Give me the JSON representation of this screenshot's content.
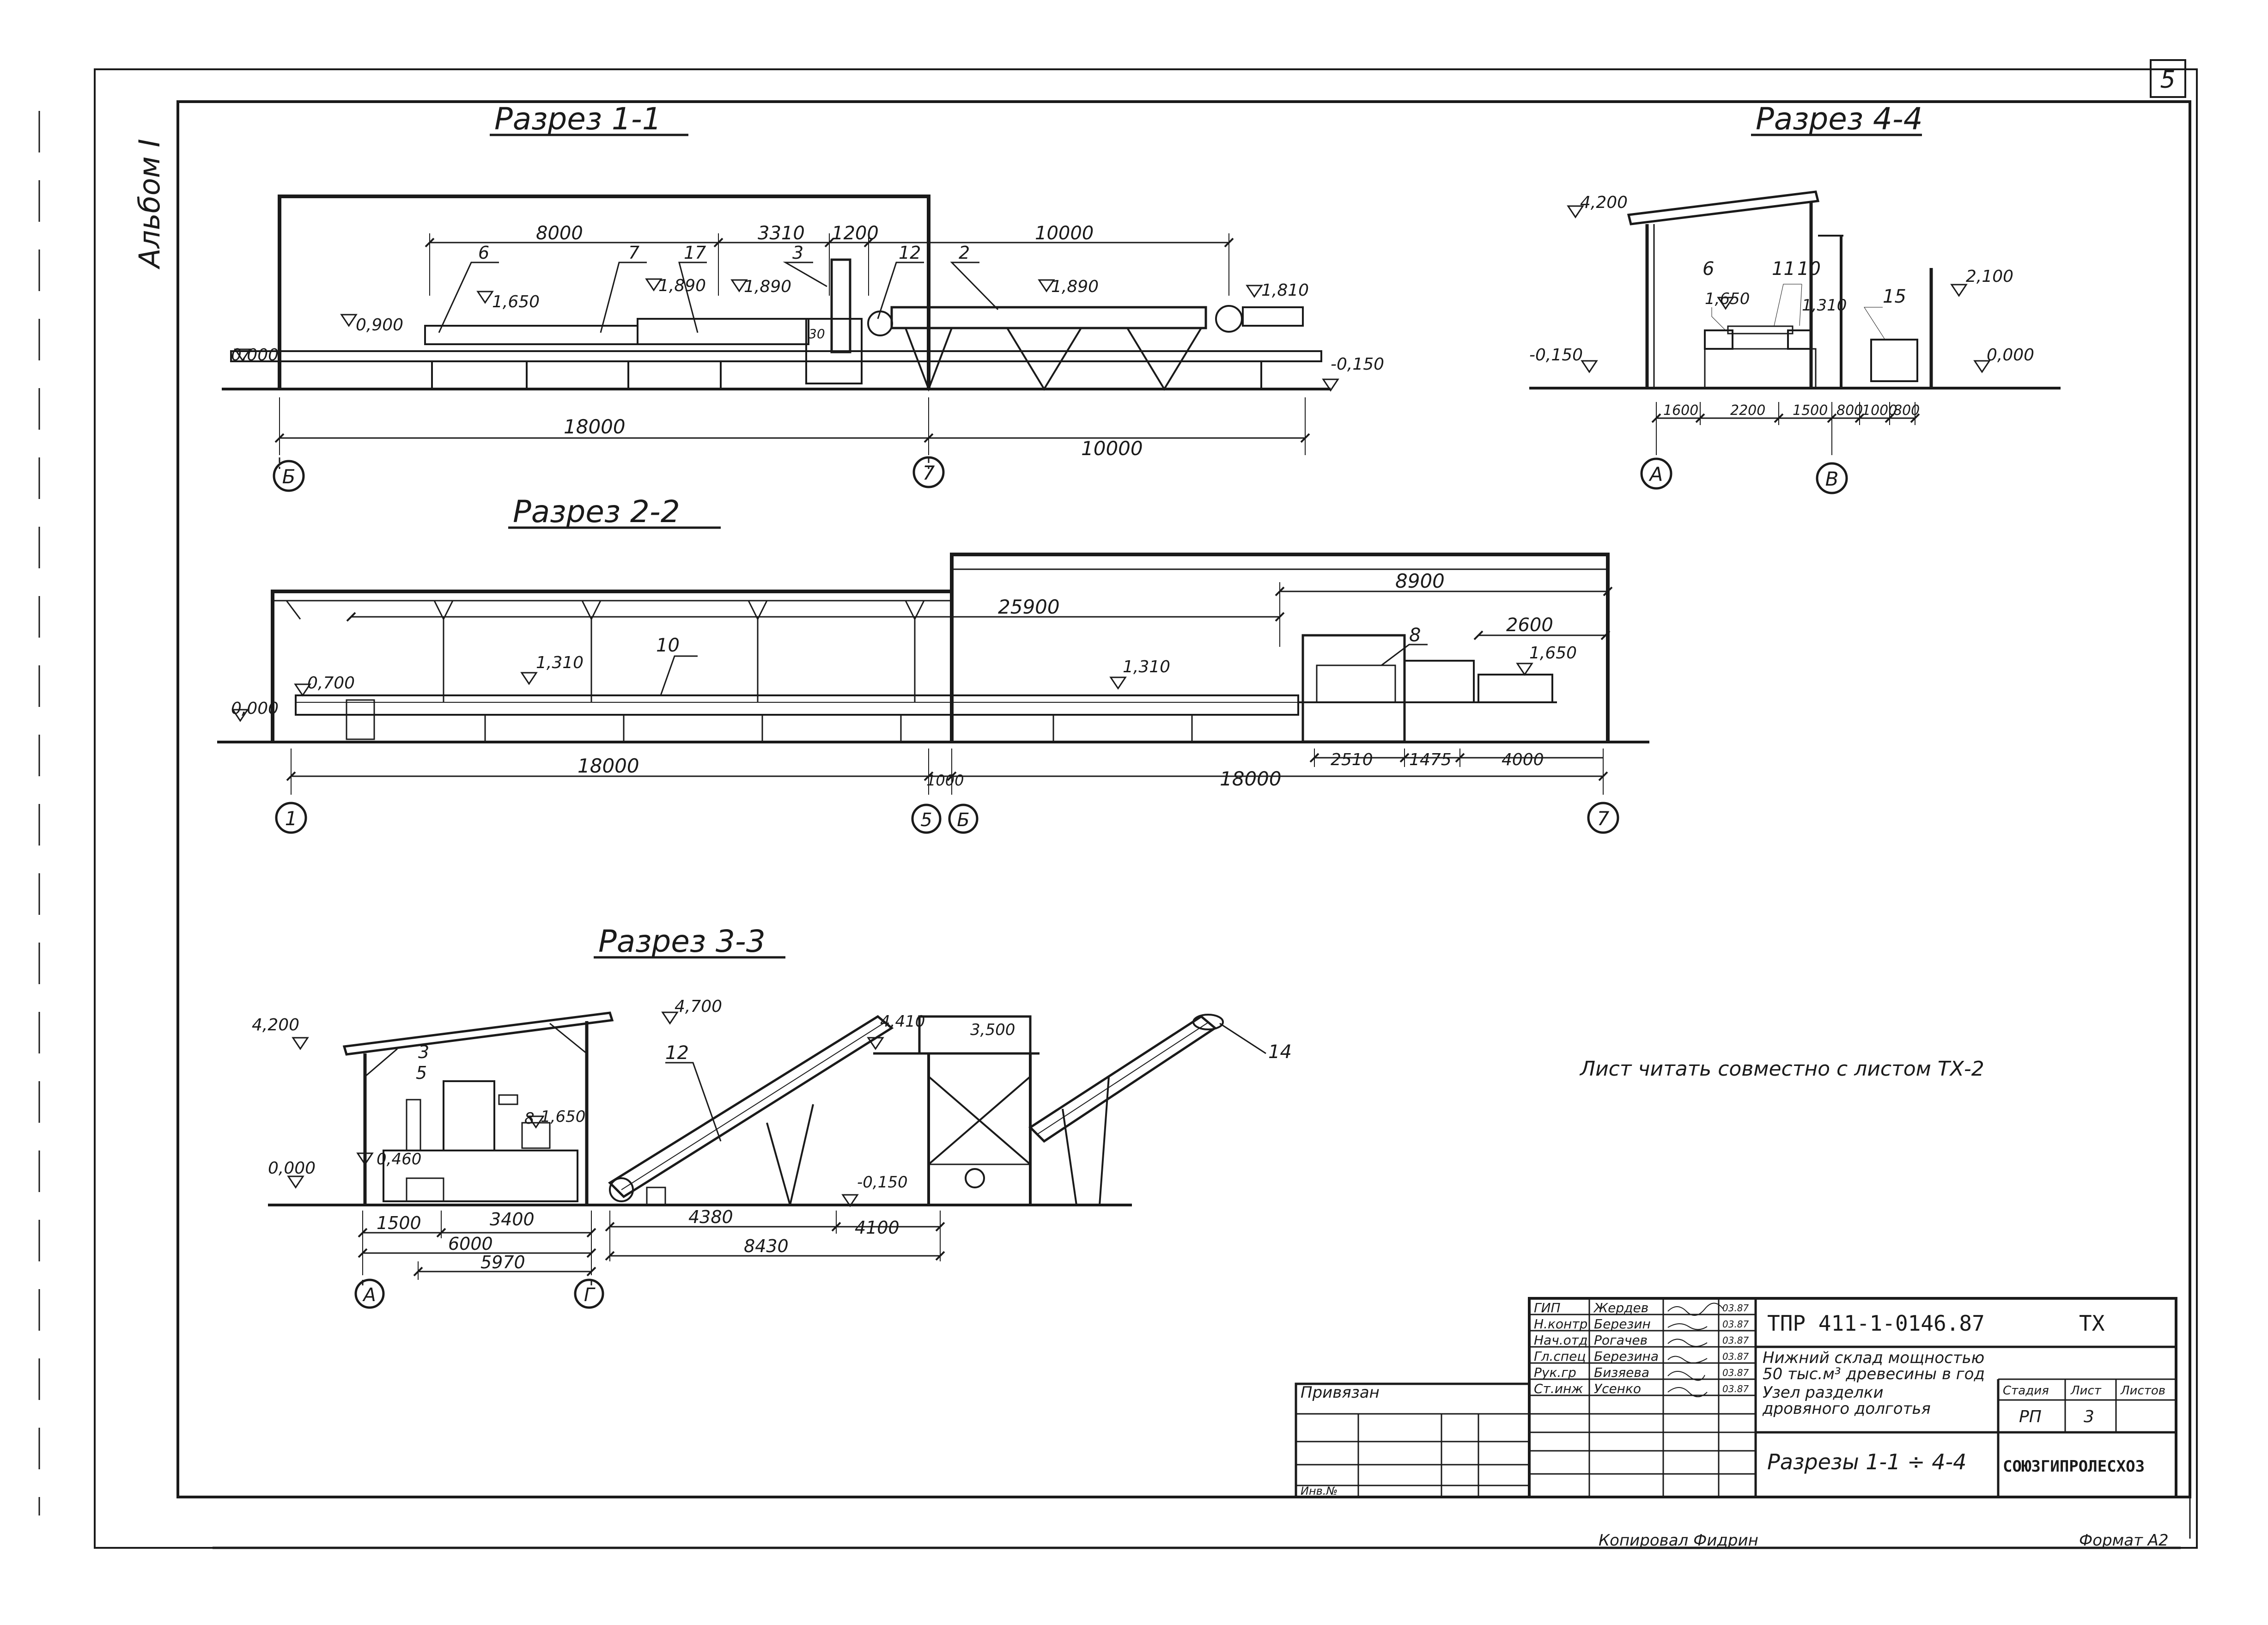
{
  "sheet": {
    "sheet_number": "5",
    "album_label": "Альбом I",
    "note": "Лист читать совместно с листом ТХ-2",
    "copied_by": "Копировал Фидрин",
    "format": "Формат А2",
    "colors": {
      "ink": "#1a1a1a",
      "paper": "#ffffff"
    }
  },
  "sections": {
    "s11": {
      "title": "Разрез 1-1",
      "dims_top": [
        "8000",
        "3310",
        "1200",
        "10000"
      ],
      "dims_bottom": [
        "18000",
        "10000"
      ],
      "levels": [
        "0,900",
        "1,650",
        "1,890",
        "1,890",
        "1,890",
        "1,810",
        "0,000",
        "-0,150"
      ],
      "positions": [
        "6",
        "7",
        "17",
        "3",
        "12",
        "2",
        "30"
      ],
      "axes": [
        "Б",
        "7"
      ]
    },
    "s22": {
      "title": "Разрез 2-2",
      "dims_top": [
        "25900",
        "8900",
        "2600"
      ],
      "dims_bottom": [
        "18000",
        "1000",
        "18000",
        "2510",
        "1475",
        "4000"
      ],
      "levels": [
        "0,700",
        "0,000",
        "1,310",
        "1,310",
        "1,650"
      ],
      "positions": [
        "10",
        "8"
      ],
      "axes": [
        "1",
        "5",
        "Б",
        "7"
      ]
    },
    "s33": {
      "title": "Разрез 3-3",
      "dims_bottom": [
        "1500",
        "3400",
        "6000",
        "5970",
        "4380",
        "4100",
        "8430"
      ],
      "levels": [
        "4,200",
        "4,700",
        "4,410",
        "3,500",
        "1,650",
        "0,460",
        "0,000",
        "-0,150"
      ],
      "positions": [
        "3",
        "5",
        "8",
        "12",
        "14"
      ],
      "axes": [
        "А",
        "Г"
      ]
    },
    "s44": {
      "title": "Разрез 4-4",
      "dims_bottom": [
        "1600",
        "2200",
        "1500",
        "800",
        "1000",
        "800"
      ],
      "levels": [
        "4,200",
        "1,650",
        "1,310",
        "2,100",
        "-0,150",
        "0,000"
      ],
      "positions": [
        "6",
        "11",
        "10",
        "15"
      ],
      "axes": [
        "А",
        "В"
      ]
    }
  },
  "title_block": {
    "roles": [
      "ГИП",
      "Н.контр",
      "Нач.отд",
      "Гл.спец",
      "Рук.гр",
      "Ст.инж"
    ],
    "names": [
      "Жердев",
      "Березин",
      "Рогачев",
      "Березина",
      "Бизяева",
      "Усенко"
    ],
    "dates": [
      "03.87",
      "03.87",
      "03.87",
      "03.87",
      "03.87",
      "03.87"
    ],
    "project_code": "ТПР 411-1-0146.87",
    "discipline": "ТХ",
    "object_name_1": "Нижний склад мощностью",
    "object_name_2": "50 тыс.м³ древесины в год",
    "unit_name_1": "Узел разделки",
    "unit_name_2": "дровяного долготья",
    "stage_header": "Стадия",
    "sheet_header": "Лист",
    "sheets_header": "Листов",
    "stage": "РП",
    "sheet": "3",
    "drawing_title": "Разрезы 1-1 ÷ 4-4",
    "organization": "СОЮЗГИПРОЛЕСХОЗ",
    "bound_label": "Привязан",
    "inv_label": "Инв.№"
  }
}
